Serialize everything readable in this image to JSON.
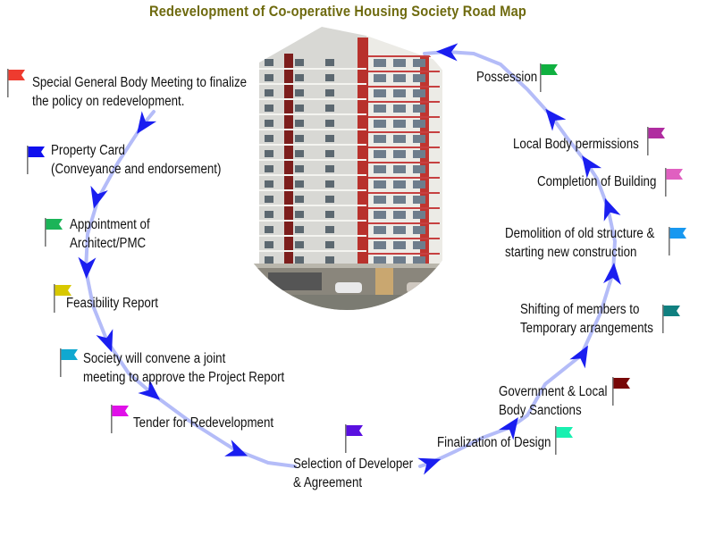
{
  "title": "Redevelopment of Co-operative Housing Society Road Map",
  "steps": [
    {
      "lines": [
        "Special General Body Meeting to finalize",
        "the policy on redevelopment."
      ],
      "flag_color": "#ee3b2f"
    },
    {
      "lines": [
        "Property Card",
        "(Conveyance and endorsement)"
      ],
      "flag_color": "#1010ee"
    },
    {
      "lines": [
        "Appointment of",
        "Architect/PMC"
      ],
      "flag_color": "#1bb458"
    },
    {
      "lines": [
        "Feasibility Report"
      ],
      "flag_color": "#d8c800"
    },
    {
      "lines": [
        "Society will convene a joint",
        "meeting to approve the Project Report"
      ],
      "flag_color": "#10a8d0"
    },
    {
      "lines": [
        "Tender for Redevelopment"
      ],
      "flag_color": "#e010e8"
    },
    {
      "lines": [
        "Selection of Developer",
        "& Agreement"
      ],
      "flag_color": "#5a10e0"
    },
    {
      "lines": [
        "Finalization of Design"
      ],
      "flag_color": "#18f0b0"
    },
    {
      "lines": [
        "Government & Local",
        "Body Sanctions"
      ],
      "flag_color": "#780808"
    },
    {
      "lines": [
        "Shifting of members to",
        "Temporary arrangements"
      ],
      "flag_color": "#108080"
    },
    {
      "lines": [
        "Demolition of old structure &",
        "starting new construction"
      ],
      "flag_color": "#1898f0"
    },
    {
      "lines": [
        "Completion of Building"
      ],
      "flag_color": "#e060c0"
    },
    {
      "lines": [
        "Local Body permissions"
      ],
      "flag_color": "#b02ca0"
    },
    {
      "lines": [
        "Possession"
      ],
      "flag_color": "#10b040"
    }
  ],
  "colors": {
    "path": "#b4bcf8",
    "arrow": "#1a1ef0",
    "title": "#6e6a0e"
  }
}
